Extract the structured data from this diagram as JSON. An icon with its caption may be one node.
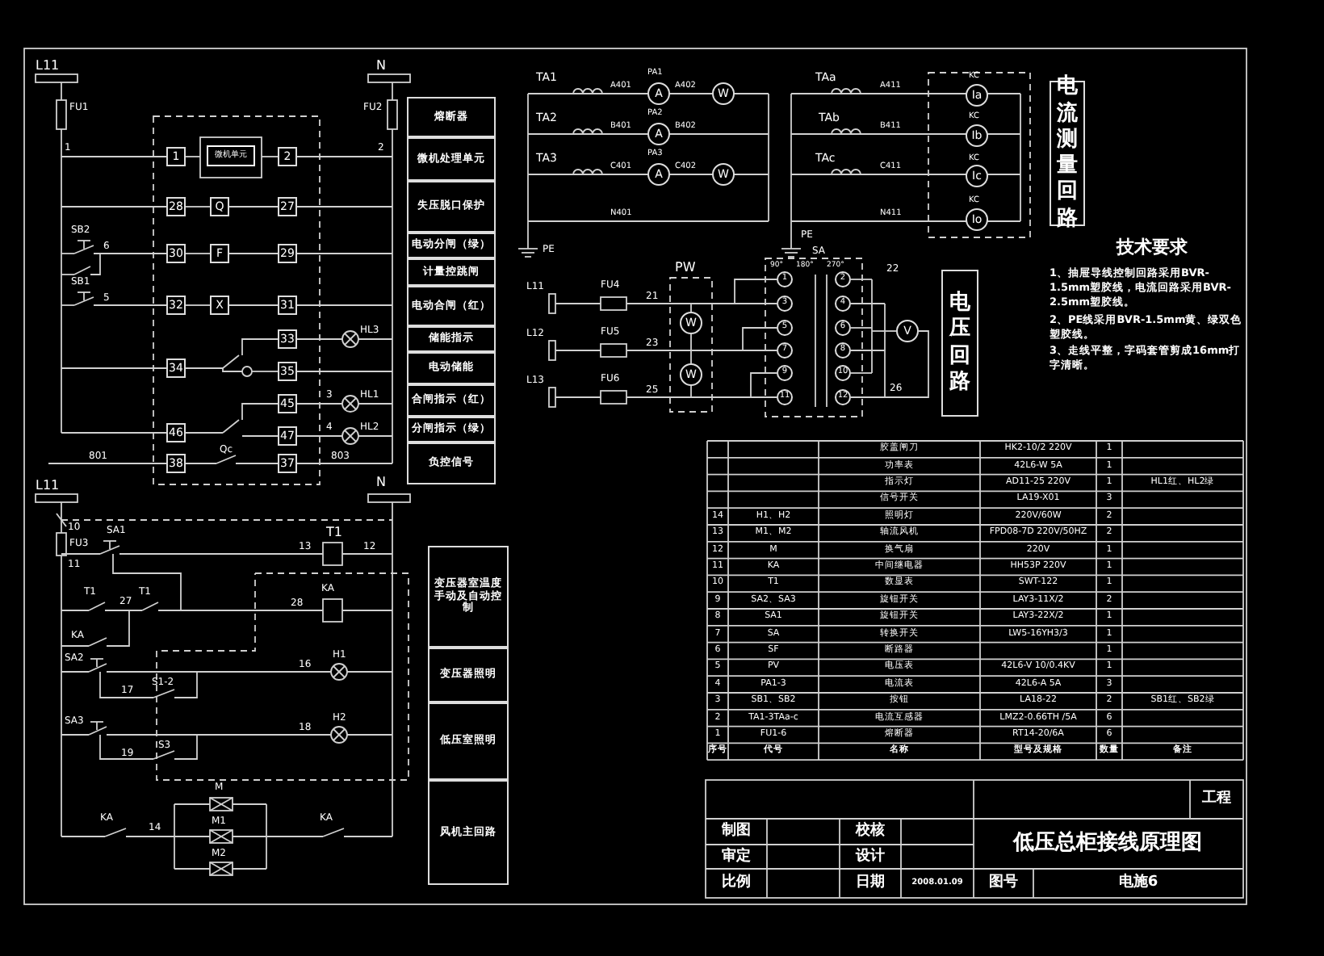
{
  "diagram": {
    "title": "低压总柜接线原理图",
    "nodes": [
      {
        "text": [
          "熔断器"
        ]
      },
      {
        "text": [
          "微机处理单元"
        ]
      },
      {
        "text": [
          "失压脱口保护"
        ]
      },
      {
        "text": [
          "电动分闸（绿）"
        ]
      },
      {
        "text": [
          "计量控跳闸"
        ]
      },
      {
        "text": [
          "电动合闸（红）"
        ]
      },
      {
        "text": [
          "储能指示"
        ]
      },
      {
        "text": [
          "电动储能"
        ]
      },
      {
        "text": [
          "合闸指示（红）"
        ]
      },
      {
        "text": [
          "分闸指示（绿）"
        ]
      },
      {
        "text": [
          "负控信号"
        ]
      },
      {
        "text": [
          "变压器室温度手动及自动控制"
        ]
      },
      {
        "text": [
          "变压器照明"
        ]
      },
      {
        "text": [
          "低压室照明"
        ]
      },
      {
        "text": [
          "风机主回路"
        ]
      },
      {
        "text": [
          "电流测量回路"
        ]
      },
      {
        "text": [
          "电压回路"
        ]
      },
      {
        "text": [
          "1"
        ]
      },
      {
        "text": [
          "微机单元"
        ]
      },
      {
        "text": [
          "2"
        ]
      },
      {
        "text": [
          "28"
        ]
      },
      {
        "text": [
          "Q"
        ]
      },
      {
        "text": [
          "27"
        ]
      },
      {
        "text": [
          "30"
        ]
      },
      {
        "text": [
          "F"
        ]
      },
      {
        "text": [
          "29"
        ]
      },
      {
        "text": [
          "32"
        ]
      },
      {
        "text": [
          "X"
        ]
      },
      {
        "text": [
          "31"
        ]
      },
      {
        "text": [
          "33"
        ]
      },
      {
        "text": [
          "34"
        ]
      },
      {
        "text": [
          "35"
        ]
      },
      {
        "text": [
          "45"
        ]
      },
      {
        "text": [
          "46"
        ]
      },
      {
        "text": [
          "47"
        ]
      },
      {
        "text": [
          "38"
        ]
      },
      {
        "text": [
          "37"
        ]
      },
      {
        "text": [
          "A"
        ]
      },
      {
        "text": [
          "W"
        ]
      },
      {
        "text": [
          "A"
        ]
      },
      {
        "text": [
          "A"
        ]
      },
      {
        "text": [
          "W"
        ]
      },
      {
        "text": [
          "Ia"
        ]
      },
      {
        "text": [
          "Ib"
        ]
      },
      {
        "text": [
          "Ic"
        ]
      },
      {
        "text": [
          "Io"
        ]
      },
      {
        "text": [
          "W"
        ]
      },
      {
        "text": [
          "W"
        ]
      },
      {
        "text": [
          "1"
        ]
      },
      {
        "text": [
          "2"
        ]
      },
      {
        "text": [
          "3"
        ]
      },
      {
        "text": [
          "4"
        ]
      },
      {
        "text": [
          "5"
        ]
      },
      {
        "text": [
          "6"
        ]
      },
      {
        "text": [
          "7"
        ]
      },
      {
        "text": [
          "8"
        ]
      },
      {
        "text": [
          "9"
        ]
      },
      {
        "text": [
          "10"
        ]
      },
      {
        "text": [
          "11"
        ]
      },
      {
        "text": [
          "12"
        ]
      },
      {
        "text": [
          "V"
        ]
      }
    ],
    "labels": [
      "L11",
      "N",
      "FU1",
      "FU2",
      "1",
      "2",
      "SB2",
      "6",
      "SB1",
      "5",
      "HL3",
      "3",
      "HL1",
      "4",
      "HL2",
      "801",
      "Qc",
      "803",
      "L11",
      "N",
      "10",
      "FU3",
      "SA1",
      "11",
      "T1",
      "13",
      "12",
      "T1",
      "27",
      "T1",
      "28",
      "KA",
      "KA",
      "SA2",
      "16",
      "H1",
      "17",
      "S1-2",
      "SA3",
      "18",
      "H2",
      "19",
      "S3",
      "M",
      "KA",
      "14",
      "M1",
      "KA",
      "M2",
      "TA1",
      "A401",
      "PA1",
      "A402",
      "TA2",
      "B401",
      "PA2",
      "B402",
      "TA3",
      "C401",
      "PA3",
      "C402",
      "N401",
      "PE",
      "TAa",
      "A411",
      "KC",
      "TAb",
      "B411",
      "KC",
      "TAc",
      "C411",
      "KC",
      "N411",
      "KC",
      "PE",
      "L11",
      "FU4",
      "21",
      "L12",
      "FU5",
      "23",
      "L13",
      "FU6",
      "25",
      "PW",
      "SA",
      "90°",
      "180°",
      "270°",
      "22",
      "26",
      "技术要求",
      "1、抽屉导线控制回路采用BVR-1.5mm塑胶线，电流回路采用BVR-2.5mm塑胶线。",
      "2、PE线采用BVR-1.5mm黄、绿双色塑胶线。",
      "3、走线平整，字码套管剪成16mm打字清晰。",
      "胶盖闸刀",
      "HK2-10/2 220V",
      "1",
      "功率表",
      "42L6-W 5A",
      "1",
      "指示灯",
      "AD11-25 220V",
      "1",
      "HL1红、HL2绿",
      "信号开关",
      "LA19-X01",
      "3",
      "14",
      "H1、H2",
      "照明灯",
      "220V/60W",
      "2",
      "13",
      "M1、M2",
      "轴流风机",
      "FPD08-7D 220V/50HZ",
      "2",
      "12",
      "M",
      "换气扇",
      "220V",
      "1",
      "11",
      "KA",
      "中间继电器",
      "HH53P 220V",
      "1",
      "10",
      "T1",
      "数显表",
      "SWT-122",
      "1",
      "9",
      "SA2、SA3",
      "旋钮开关",
      "LAY3-11X/2",
      "2",
      "8",
      "SA1",
      "旋钮开关",
      "LAY3-22X/2",
      "1",
      "7",
      "SA",
      "转换开关",
      "LW5-16YH3/3",
      "1",
      "6",
      "SF",
      "断路器",
      "1",
      "5",
      "PV",
      "电压表",
      "42L6-V 10/0.4KV",
      "1",
      "4",
      "PA1-3",
      "电流表",
      "42L6-A 5A",
      "3",
      "3",
      "SB1、SB2",
      "按钮",
      "LA18-22",
      "2",
      "SB1红、SB2绿",
      "2",
      "TA1-3TAa-c",
      "电流互感器",
      "LMZ2-0.66TH /5A",
      "6",
      "1",
      "FU1-6",
      "熔断器",
      "RT14-20/6A",
      "6",
      "序号",
      "代号",
      "名称",
      "型号及规格",
      "数量",
      "备注",
      "工程",
      "制图",
      "校核",
      "审定",
      "设计",
      "比例",
      "日期",
      "2008.01.09",
      "图号",
      "电施6"
    ]
  }
}
